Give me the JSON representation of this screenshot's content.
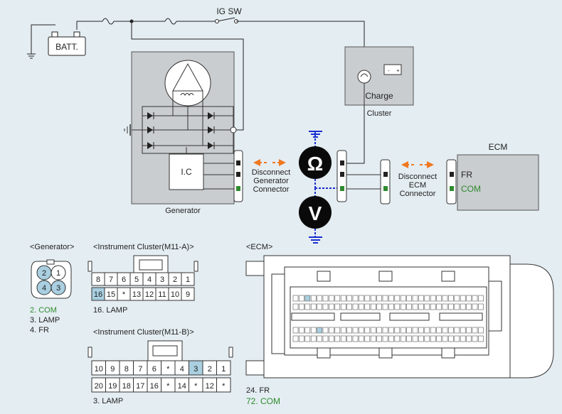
{
  "top": {
    "batt": "BATT.",
    "ig_sw": "IG SW",
    "charge": "Charge",
    "cluster": "Cluster",
    "ic": "I.C",
    "generator": "Generator",
    "ecm_title": "ECM",
    "ecm_fr": "FR",
    "ecm_com": "COM",
    "disconnect_gen": [
      "Disconnect",
      "Generator",
      "Connector"
    ],
    "disconnect_ecm": [
      "Disconnect",
      "ECM",
      "Connector"
    ],
    "ohm": "Ω",
    "volt": "V"
  },
  "generator_conn": {
    "title": "<Generator>",
    "pins": [
      "2",
      "1",
      "4",
      "3"
    ],
    "notes": [
      "2. COM",
      "3. LAMP",
      "4. FR"
    ]
  },
  "cluster_a": {
    "title": "<Instrument Cluster(M11-A)>",
    "row1": [
      "8",
      "7",
      "6",
      "5",
      "4",
      "3",
      "2",
      "1"
    ],
    "row2": [
      "16",
      "15",
      "*",
      "13",
      "12",
      "11",
      "10",
      "9"
    ],
    "note": "16. LAMP"
  },
  "cluster_b": {
    "title": "<Instrument Cluster(M11-B)>",
    "row1": [
      "10",
      "9",
      "8",
      "7",
      "6",
      "*",
      "4",
      "3",
      "2",
      "1"
    ],
    "row2": [
      "20",
      "19",
      "18",
      "17",
      "16",
      "*",
      "14",
      "*",
      "12",
      "*"
    ],
    "note": "3. LAMP"
  },
  "ecm_conn": {
    "title": "<ECM>",
    "notes": [
      "24. FR",
      "72. COM"
    ]
  },
  "colors": {
    "green_note": "#2e8b2e",
    "highlight": "#a9cfe0",
    "arrow": "#f07820",
    "ground_blue": "#1a2fd0"
  }
}
